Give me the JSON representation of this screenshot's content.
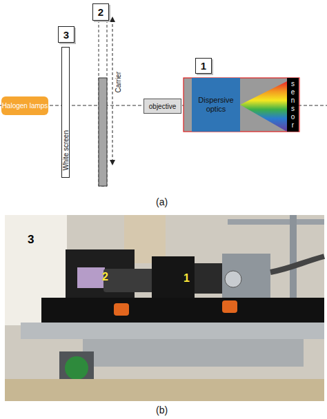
{
  "diagram": {
    "nodes": [
      {
        "text": [
          "3"
        ]
      },
      {
        "text": [
          "2"
        ]
      },
      {
        "text": [
          "1"
        ]
      },
      {
        "text": [
          "Halogen lamps"
        ]
      },
      {
        "text": [
          "White screen"
        ]
      },
      {
        "text": [
          "objective"
        ]
      },
      {
        "text": [
          "Dispersive optics"
        ]
      },
      {
        "text": [
          "sensor"
        ]
      }
    ],
    "labels": [
      "Carrier",
      "(a)",
      "3",
      "2",
      "1",
      "(b)"
    ]
  }
}
